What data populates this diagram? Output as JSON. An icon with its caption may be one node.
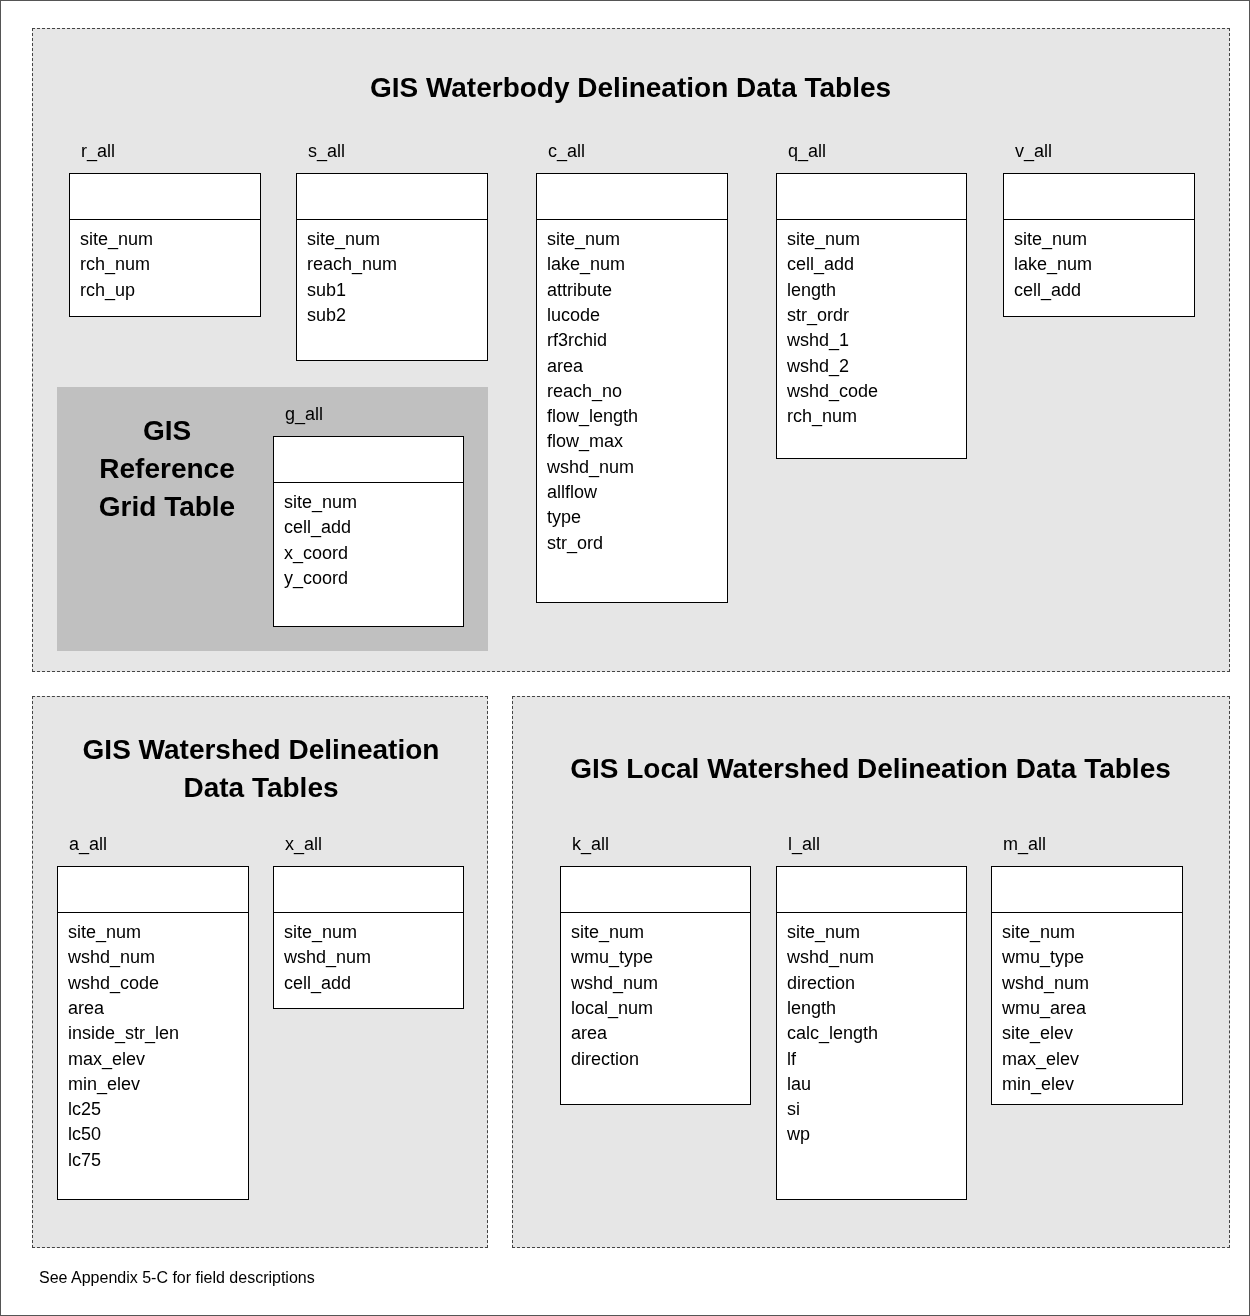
{
  "diagram": {
    "caption": "See Appendix 5-C for field descriptions",
    "nodes": [
      {
        "text": [
          "GIS Waterbody Delineation Data Tables"
        ]
      },
      {
        "text": [
          "r_all",
          "site_num",
          "rch_num",
          "rch_up"
        ],
        "in": 0
      },
      {
        "text": [
          "s_all",
          "site_num",
          "reach_num",
          "sub1",
          "sub2"
        ],
        "in": 0
      },
      {
        "text": [
          "c_all",
          "site_num",
          "lake_num",
          "attribute",
          "lucode",
          "rf3rchid",
          "area",
          "reach_no",
          "flow_length",
          "flow_max",
          "wshd_num",
          "allflow",
          "type",
          "str_ord"
        ],
        "in": 0
      },
      {
        "text": [
          "q_all",
          "site_num",
          "cell_add",
          "length",
          "str_ordr",
          "wshd_1",
          "wshd_2",
          "wshd_code",
          "rch_num"
        ],
        "in": 0
      },
      {
        "text": [
          "v_all",
          "site_num",
          "lake_num",
          "cell_add"
        ],
        "in": 0
      },
      {
        "text": [
          "GIS Reference Grid Table"
        ],
        "in": 0
      },
      {
        "text": [
          "g_all",
          "site_num",
          "cell_add",
          "x_coord",
          "y_coord"
        ],
        "in": 6
      },
      {
        "text": [
          "GIS Watershed Delineation Data Tables"
        ]
      },
      {
        "text": [
          "a_all",
          "site_num",
          "wshd_num",
          "wshd_code",
          "area",
          "inside_str_len",
          "max_elev",
          "min_elev",
          "lc25",
          "lc50",
          "lc75"
        ],
        "in": 8
      },
      {
        "text": [
          "x_all",
          "site_num",
          "wshd_num",
          "cell_add"
        ],
        "in": 8
      },
      {
        "text": [
          "GIS Local Watershed Delineation Data Tables"
        ]
      },
      {
        "text": [
          "k_all",
          "site_num",
          "wmu_type",
          "wshd_num",
          "local_num",
          "area",
          "direction"
        ],
        "in": 11
      },
      {
        "text": [
          "l_all",
          "site_num",
          "wshd_num",
          "direction",
          "length",
          "calc_length",
          "lf",
          "lau",
          "si",
          "wp"
        ],
        "in": 11
      },
      {
        "text": [
          "m_all",
          "site_num",
          "wmu_type",
          "wshd_num",
          "wmu_area",
          "site_elev",
          "max_elev",
          "min_elev"
        ],
        "in": 11
      }
    ]
  }
}
